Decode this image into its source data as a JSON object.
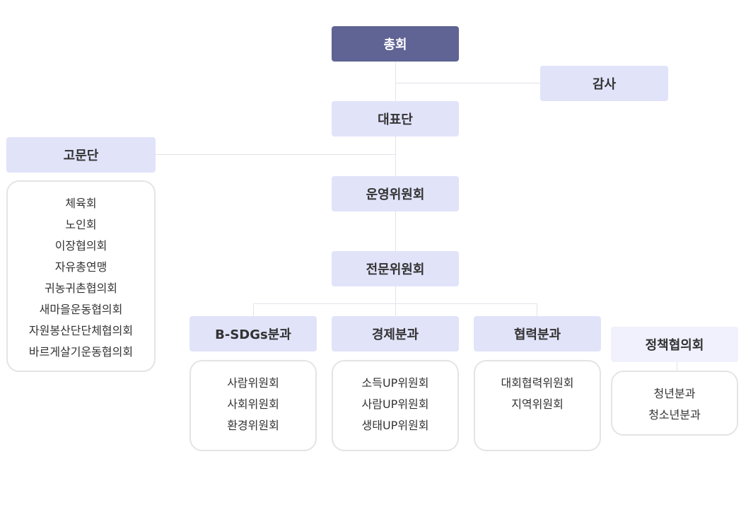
{
  "nodes": {
    "general_assembly": "총회",
    "audit": "감사",
    "representatives": "대표단",
    "advisory": "고문단",
    "steering": "운영위원회",
    "expert": "전문위원회",
    "bsdgs": "B-SDGs분과",
    "economy": "경제분과",
    "cooperation": "협력분과",
    "policy": "정책협의회"
  },
  "lists": {
    "advisory": [
      "체육회",
      "노인회",
      "이장협의회",
      "자유총연맹",
      "귀농귀촌협의회",
      "새마을운동협의회",
      "자원봉산단단체협의회",
      "바르게살기운동협의회"
    ],
    "bsdgs": [
      "사람위원회",
      "사회위원회",
      "환경위원회"
    ],
    "economy": [
      "소득UP위원회",
      "사람UP위원회",
      "생태UP위원회"
    ],
    "cooperation": [
      "대회협력위원회",
      "지역위원회"
    ],
    "policy": [
      "청년분과",
      "청소년분과"
    ]
  },
  "colors": {
    "top_node": "#5f6494",
    "node": "#e1e3f9",
    "policy_node": "#f0f1fc",
    "connector": "#e3e3ea",
    "list_border": "#e4e4e4"
  }
}
